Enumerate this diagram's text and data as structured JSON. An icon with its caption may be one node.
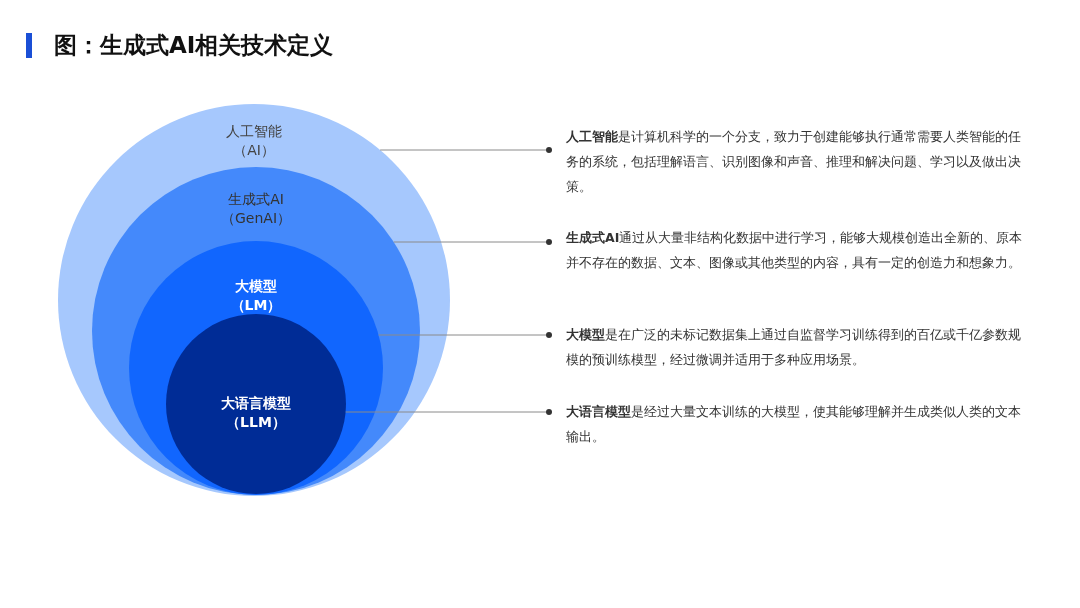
{
  "diagram": {
    "title": "图：生成式AI相关技术定义",
    "nodes": [
      {
        "text": [
          "人工智能",
          "（AI）"
        ]
      },
      {
        "text": [
          "生成式AI",
          "（GenAI）"
        ],
        "in": 0
      },
      {
        "text": [
          "大模型",
          "（LM）"
        ],
        "in": 1
      },
      {
        "text": [
          "大语言模型",
          "（LLM）"
        ],
        "in": 2
      },
      {
        "text": [
          "**人工智能**是计算机科学的一个分支，致力于创建能够执行通常需要人类智能的任务的系统，包括理解语言、识别图像和声音、推理和解决问题、学习以及做出决策。"
        ]
      },
      {
        "text": [
          "**生成式AI**通过从大量非结构化数据中进行学习，能够大规模创造出全新的、原本并不存在的数据、文本、图像或其他类型的内容，具有一定的创造力和想象力。"
        ]
      },
      {
        "text": [
          "**大模型**是在广泛的未标记数据集上通过自监督学习训练得到的百亿或千亿参数规模的预训练模型，经过微调并适用于多种应用场景。"
        ]
      },
      {
        "text": [
          "**大语言模型**是经过大量文本训练的大模型，使其能够理解并生成类似人类的文本输出。"
        ]
      }
    ],
    "edges": [
      {
        "from": 0,
        "to": 4,
        "arrow": "other"
      },
      {
        "from": 1,
        "to": 5,
        "arrow": "other"
      },
      {
        "from": 2,
        "to": 6,
        "arrow": "other"
      },
      {
        "from": 3,
        "to": 7,
        "arrow": "other"
      }
    ]
  }
}
